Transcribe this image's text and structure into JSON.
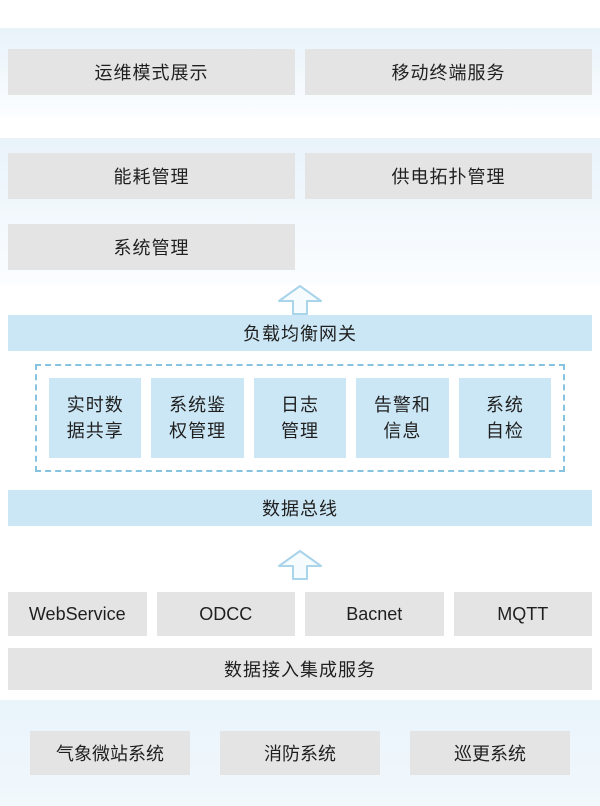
{
  "layers": {
    "presentation": {
      "items": [
        {
          "label": "运维模式展示"
        },
        {
          "label": "移动终端服务"
        }
      ]
    },
    "management": {
      "items": [
        {
          "label": "能耗管理"
        },
        {
          "label": "供电拓扑管理"
        },
        {
          "label": "系统管理"
        }
      ]
    },
    "gateway": {
      "label": "负载均衡网关"
    },
    "services": {
      "items": [
        {
          "label": "实时数\n据共享"
        },
        {
          "label": "系统鉴\n权管理"
        },
        {
          "label": "日志\n管理"
        },
        {
          "label": "告警和\n信息"
        },
        {
          "label": "系统\n自检"
        }
      ]
    },
    "bus": {
      "label": "数据总线"
    },
    "protocols": {
      "items": [
        {
          "label": "WebService"
        },
        {
          "label": "ODCC"
        },
        {
          "label": "Bacnet"
        },
        {
          "label": "MQTT"
        }
      ]
    },
    "integration": {
      "label": "数据接入集成服务"
    },
    "external_systems": {
      "items": [
        {
          "label": "气象微站系统"
        },
        {
          "label": "消防系统"
        },
        {
          "label": "巡更系统"
        }
      ]
    }
  },
  "colors": {
    "box_gray": "#e4e4e4",
    "box_blue": "#cbe6f4",
    "band_blue": "#e8f3fa",
    "dashed_border": "#85c3e0",
    "arrow_stroke": "#a9d4ea",
    "text": "#1f1f1f"
  }
}
